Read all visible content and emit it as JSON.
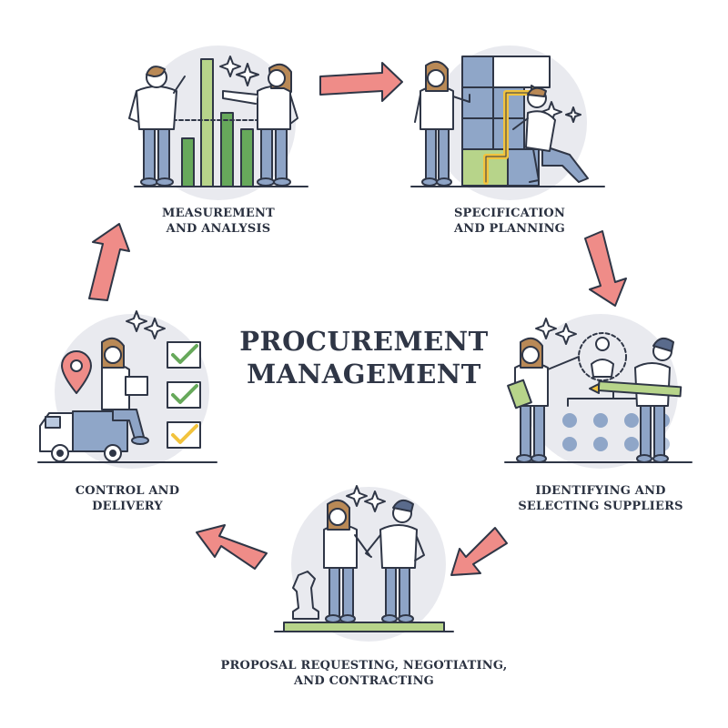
{
  "title": {
    "line1": "PROCUREMENT",
    "line2": "MANAGEMENT"
  },
  "steps": [
    {
      "line1": "MEASUREMENT",
      "line2": "AND ANALYSIS"
    },
    {
      "line1": "SPECIFICATION",
      "line2": "AND PLANNING"
    },
    {
      "line1": "IDENTIFYING AND",
      "line2": "SELECTING SUPPLIERS"
    },
    {
      "line1": "PROPOSAL REQUESTING, NEGOTIATING,",
      "line2": "AND CONTRACTING"
    },
    {
      "line1": "CONTROL AND",
      "line2": "DELIVERY"
    }
  ],
  "colors": {
    "arrow": "#ef8c88",
    "outline": "#2f3646",
    "green_light": "#b7d48a",
    "green_dark": "#67a95b",
    "blue_grey": "#8fa6c8",
    "shirt": "#ffffff",
    "hair": "#b98956",
    "pants": "#8ea4c6",
    "yellow": "#f2c33d",
    "circle_bg": "#e8e9ee"
  },
  "icons": [
    "measurement-illustration",
    "specification-illustration",
    "suppliers-illustration",
    "negotiation-illustration",
    "delivery-illustration",
    "cycle-arrow-icon"
  ]
}
